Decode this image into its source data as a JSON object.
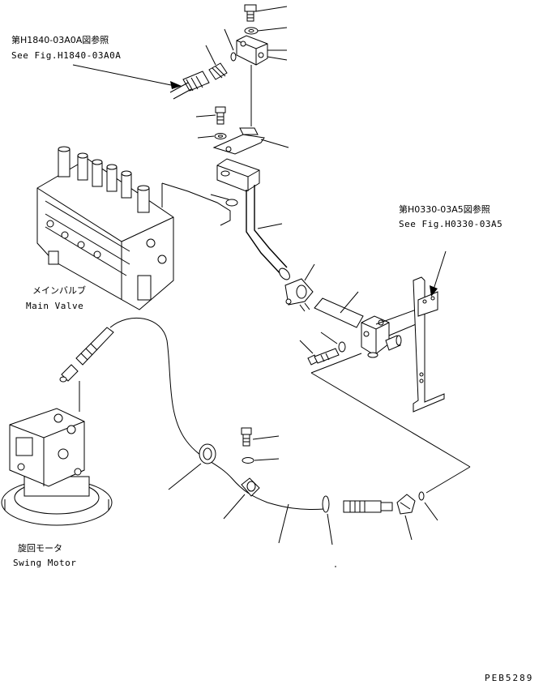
{
  "refs": {
    "fig_h1840": {
      "jp": "第H1840-03A0A図参照",
      "en": "See Fig.H1840-03A0A"
    },
    "fig_h0330": {
      "jp": "第H0330-03A5図参照",
      "en": "See Fig.H0330-03A5"
    }
  },
  "components": {
    "main_valve": {
      "jp": "メインバルブ",
      "en": "Main Valve"
    },
    "swing_motor": {
      "jp": "旋回モータ",
      "en": "Swing Motor"
    }
  },
  "drawing_code": "PEB5289"
}
